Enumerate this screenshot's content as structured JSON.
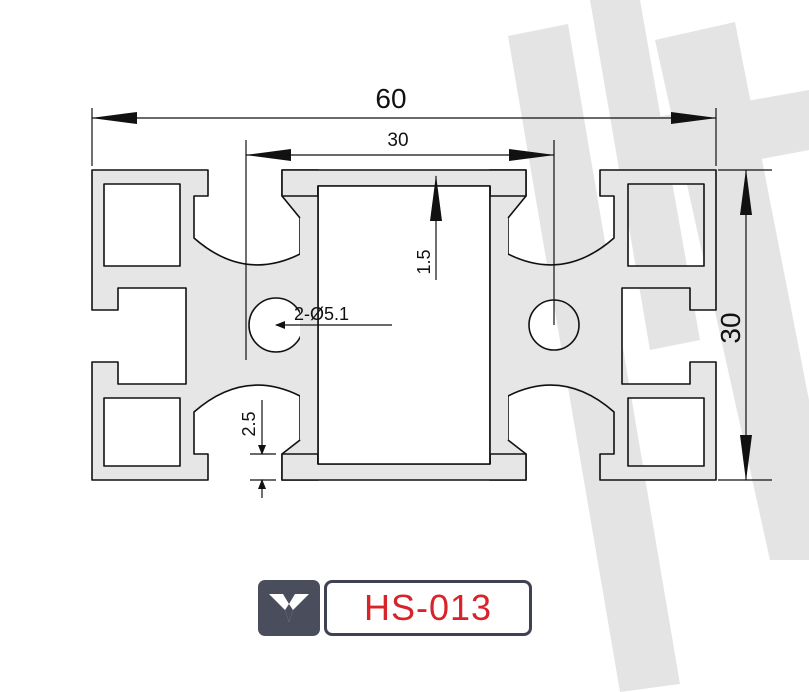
{
  "dimensions": {
    "overall_width": "60",
    "center_span": "30",
    "height": "30",
    "wall_top": "1.5",
    "wall_slot": "2.5",
    "holes": "2-Ø5.1"
  },
  "product": {
    "code": "HS-013",
    "code_color": "#d8232a",
    "logo_icon": "wing-logo-icon"
  },
  "colors": {
    "profile_fill": "#e6e6e6",
    "watermark": "#e4e4e4",
    "outline": "#111111"
  }
}
